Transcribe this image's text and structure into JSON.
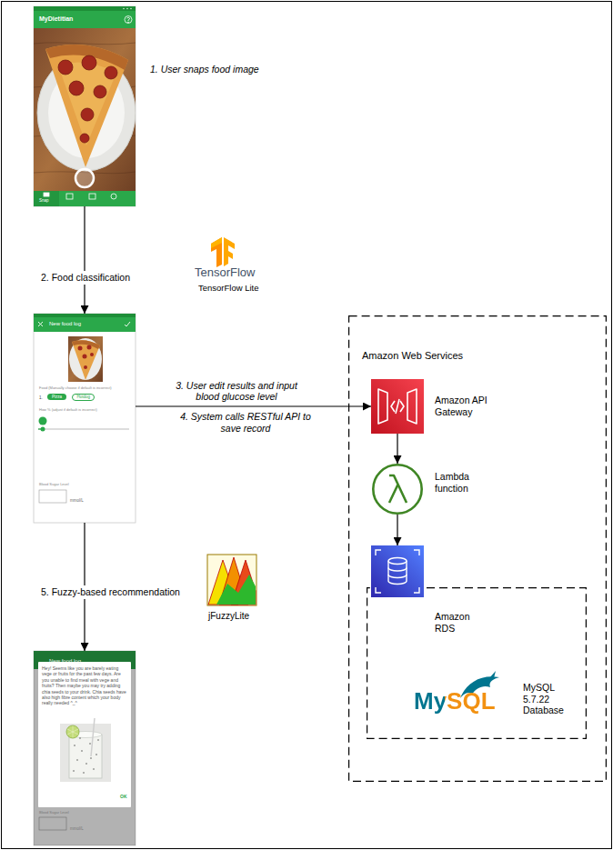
{
  "diagram": {
    "nodes": [
      {
        "text": [
          "MyDietitian",
          "Snap"
        ]
      },
      {
        "text": [
          "New food log",
          "Food (Manually choose if default is incorrect)",
          "1.",
          "Pizza",
          "Hotdog",
          "How % (adjust if default is incorrect)",
          "Blood Sugar Level",
          "mmol/L"
        ]
      },
      {
        "text": [
          "Amazon Web Services"
        ]
      },
      {
        "text": [
          "Amazon API Gateway"
        ],
        "in": 2
      },
      {
        "text": [
          "Lambda function"
        ],
        "in": 2
      },
      {
        "text": [
          "Amazon RDS"
        ],
        "in": 2
      },
      {
        "text": [
          "MySQL",
          "MySQL 5.7.22 Database"
        ],
        "in": 2
      },
      {
        "text": [
          "New food log",
          "Hey! Seems like you are barely eating vege or fruits for the past few days. Are you unable to find meal with vege and fruits? Then maybe you may try adding chia seeds to your drink. Chia seeds have also high fibre content which your body really needed ^_^",
          "OK",
          "Blood Sugar Level",
          "mmol/L"
        ]
      }
    ],
    "edges": [
      {
        "from": 0,
        "to": 1,
        "label": "2. Food classification",
        "arrow": "to"
      },
      {
        "from": 1,
        "to": 3,
        "label": "3. User edit results and input blood glucose level",
        "arrow": "to"
      },
      {
        "from": 1,
        "to": 7,
        "label": "5. Fuzzy-based recommendation",
        "arrow": "to"
      },
      {
        "from": 3,
        "to": 4,
        "arrow": "to"
      },
      {
        "from": 4,
        "to": 5,
        "arrow": "to"
      }
    ],
    "labels": [
      "1. User snaps food image",
      "TensorFlow",
      "TensorFlow Lite",
      "4. System calls RESTful API to save record",
      "jFuzzyLite"
    ]
  }
}
